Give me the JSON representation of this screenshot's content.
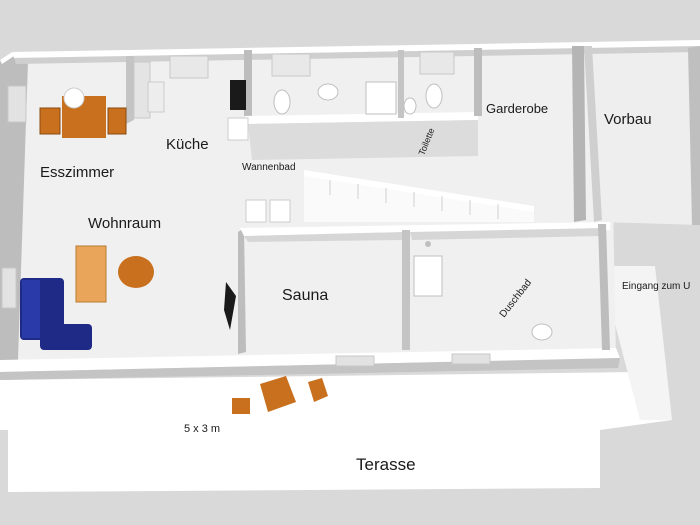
{
  "rooms": {
    "esszimmer": "Esszimmer",
    "kueche": "Küche",
    "wohnraum": "Wohnraum",
    "wannenbad": "Wannenbad",
    "toilette": "Toilette",
    "garderobe": "Garderobe",
    "vorbau": "Vorbau",
    "sauna": "Sauna",
    "duschbad": "Duschbad",
    "eingang": "Eingang zum U",
    "terasse": "Terasse"
  },
  "dimensions": {
    "terrace_size": "5 x 3 m"
  },
  "colors": {
    "background": "#d9d9d9",
    "floor": "#f0f0f0",
    "wall_top": "#ffffff",
    "wall_side": "#b9b9b9",
    "wood_furniture": "#c8701e",
    "sofa": "#1f2a86"
  }
}
